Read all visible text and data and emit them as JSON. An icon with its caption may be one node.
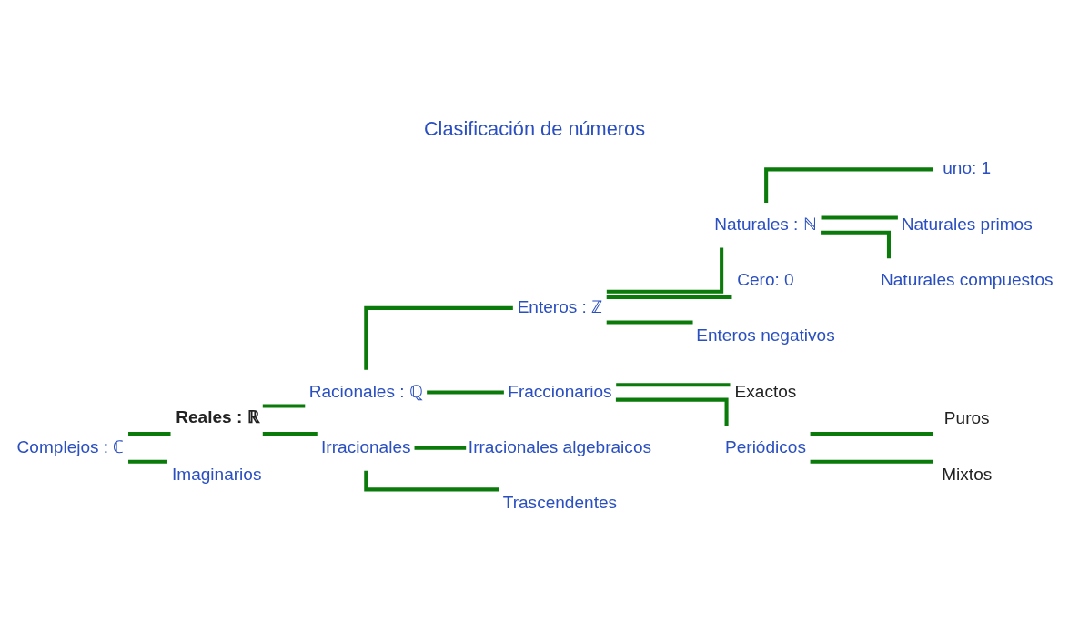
{
  "diagram": {
    "title": "Clasificación de números",
    "nodes": [
      {
        "text": [
          "Complejos : ℂ"
        ]
      },
      {
        "text": [
          "Reales : ℝ"
        ]
      },
      {
        "text": [
          "Racionales : ℚ"
        ]
      },
      {
        "text": [
          "Enteros : ℤ"
        ]
      },
      {
        "text": [
          "Naturales : ℕ"
        ]
      },
      {
        "text": [
          "uno: 1"
        ]
      },
      {
        "text": [
          "Naturales primos"
        ]
      },
      {
        "text": [
          "Naturales compuestos"
        ]
      },
      {
        "text": [
          "Cero: 0"
        ]
      },
      {
        "text": [
          "Enteros negativos"
        ]
      },
      {
        "text": [
          "Fraccionarios"
        ]
      },
      {
        "text": [
          "Exactos"
        ]
      },
      {
        "text": [
          "Periódicos"
        ]
      },
      {
        "text": [
          "Puros"
        ]
      },
      {
        "text": [
          "Mixtos"
        ]
      },
      {
        "text": [
          "Irracionales"
        ]
      },
      {
        "text": [
          "Irracionales algebraicos"
        ]
      },
      {
        "text": [
          "Trascendentes"
        ]
      },
      {
        "text": [
          "Imaginarios"
        ]
      }
    ],
    "edges": [
      {
        "from": 0,
        "to": 1,
        "arrow": "none"
      },
      {
        "from": 0,
        "to": 18,
        "arrow": "none"
      },
      {
        "from": 1,
        "to": 2,
        "arrow": "none"
      },
      {
        "from": 1,
        "to": 15,
        "arrow": "none"
      },
      {
        "from": 2,
        "to": 3,
        "arrow": "none"
      },
      {
        "from": 2,
        "to": 10,
        "arrow": "none"
      },
      {
        "from": 3,
        "to": 4,
        "arrow": "none"
      },
      {
        "from": 3,
        "to": 8,
        "arrow": "none"
      },
      {
        "from": 3,
        "to": 9,
        "arrow": "none"
      },
      {
        "from": 4,
        "to": 5,
        "arrow": "none"
      },
      {
        "from": 4,
        "to": 6,
        "arrow": "none"
      },
      {
        "from": 4,
        "to": 7,
        "arrow": "none"
      },
      {
        "from": 10,
        "to": 11,
        "arrow": "none"
      },
      {
        "from": 10,
        "to": 12,
        "arrow": "none"
      },
      {
        "from": 12,
        "to": 13,
        "arrow": "none"
      },
      {
        "from": 12,
        "to": 14,
        "arrow": "none"
      },
      {
        "from": 15,
        "to": 16,
        "arrow": "none"
      },
      {
        "from": 15,
        "to": 17,
        "arrow": "none"
      }
    ]
  }
}
